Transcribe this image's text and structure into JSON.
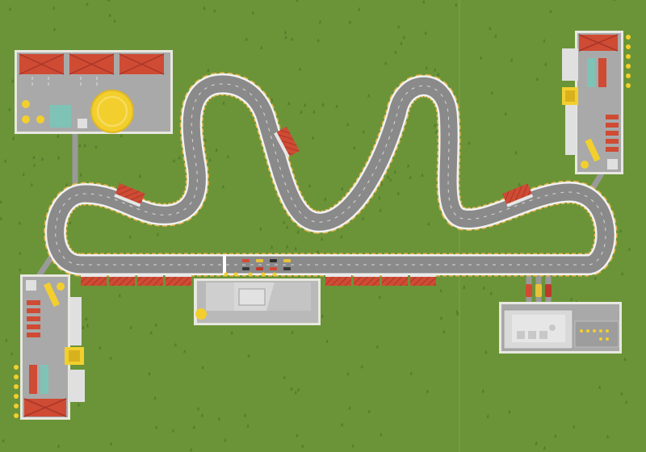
{
  "scene": {
    "kind": "top-down race track map",
    "palette": {
      "grass": "#6b9438",
      "grass_tuft": "#4f7a2a",
      "asphalt": "#8a8a8a",
      "track_edge": "#e4b24a",
      "track_white": "#f2f2f2",
      "concrete": "#b9b9b9",
      "concrete_dark": "#8f8f8f",
      "roof_red": "#cf4b33",
      "roof_red_dark": "#a8362a",
      "tank_yellow": "#f3cf2e",
      "glass_teal": "#7fc3b7",
      "stand_red": "#d24a36"
    }
  },
  "track": {
    "cars_on_grid": 8
  },
  "buildings": [
    {
      "id": "top-left-compound",
      "hangars": 3
    },
    {
      "id": "top-right-compound",
      "hangars": 1
    },
    {
      "id": "bottom-left-compound",
      "hangars": 1
    },
    {
      "id": "pit-building"
    },
    {
      "id": "garage-building",
      "parked_cars": 3
    }
  ],
  "grandstands": 8,
  "trackside_stands": 3
}
